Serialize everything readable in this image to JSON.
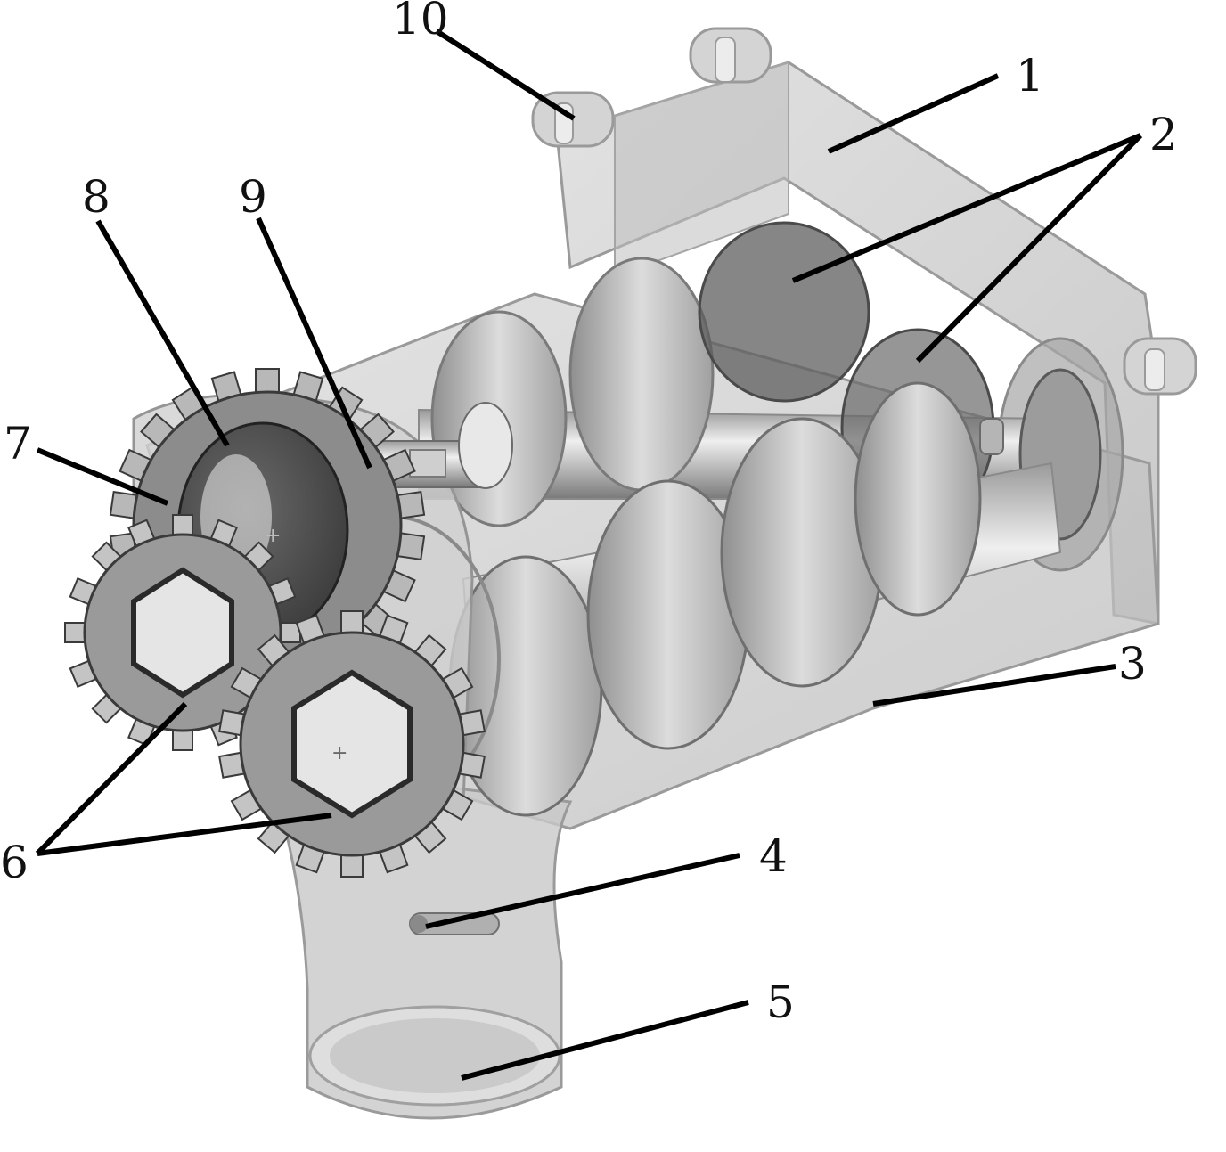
{
  "diagram": {
    "labels": {
      "l1": "1",
      "l2": "2",
      "l3": "3",
      "l4": "4",
      "l5": "5",
      "l6": "6",
      "l7": "7",
      "l8": "8",
      "l9": "9",
      "l10": "10"
    }
  },
  "colors": {
    "background": "#ffffff",
    "housing_translucent": "#c4c4c4",
    "housing_edge": "#9a9a9a",
    "metal_light": "#e6e6e6",
    "metal_mid": "#a8a8a8",
    "metal_dark": "#585858",
    "leader": "#000000"
  }
}
